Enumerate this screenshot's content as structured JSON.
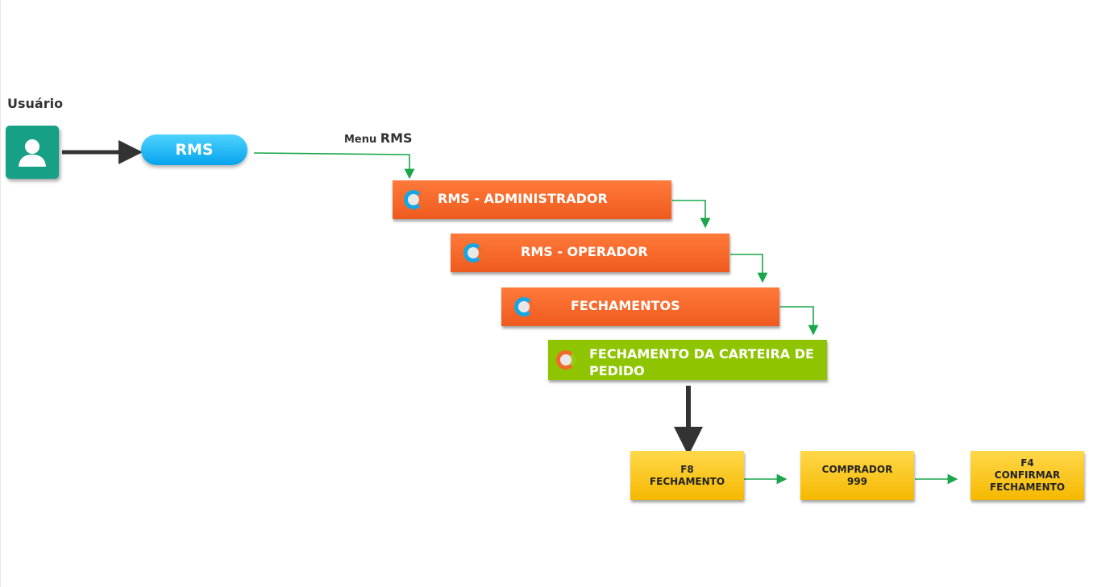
{
  "user_label": "Usuário",
  "rms_pill": "RMS",
  "menu_label": {
    "prefix": "Menu",
    "suffix": "RMS"
  },
  "steps": [
    {
      "label": "RMS -  ADMINISTRADOR"
    },
    {
      "label": "RMS -  OPERADOR"
    },
    {
      "label": "FECHAMENTOS"
    },
    {
      "label": "FECHAMENTO DA CARTEIRA DE PEDIDO"
    }
  ],
  "actions": [
    {
      "line1": "F8",
      "line2": "FECHAMENTO",
      "line3": ""
    },
    {
      "line1": "COMPRADOR",
      "line2": "999",
      "line3": ""
    },
    {
      "line1": "F4",
      "line2": "CONFIRMAR",
      "line3": "FECHAMENTO"
    }
  ],
  "colors": {
    "user_tile": "#16a085",
    "pill": "#06a3ec",
    "orange_bar": "#ef5a1e",
    "green_bar": "#8fc400",
    "action_box": "#f5b800",
    "connector": "#1aa64a"
  },
  "icons": {
    "user": "user-icon",
    "step": "ring-icon"
  }
}
